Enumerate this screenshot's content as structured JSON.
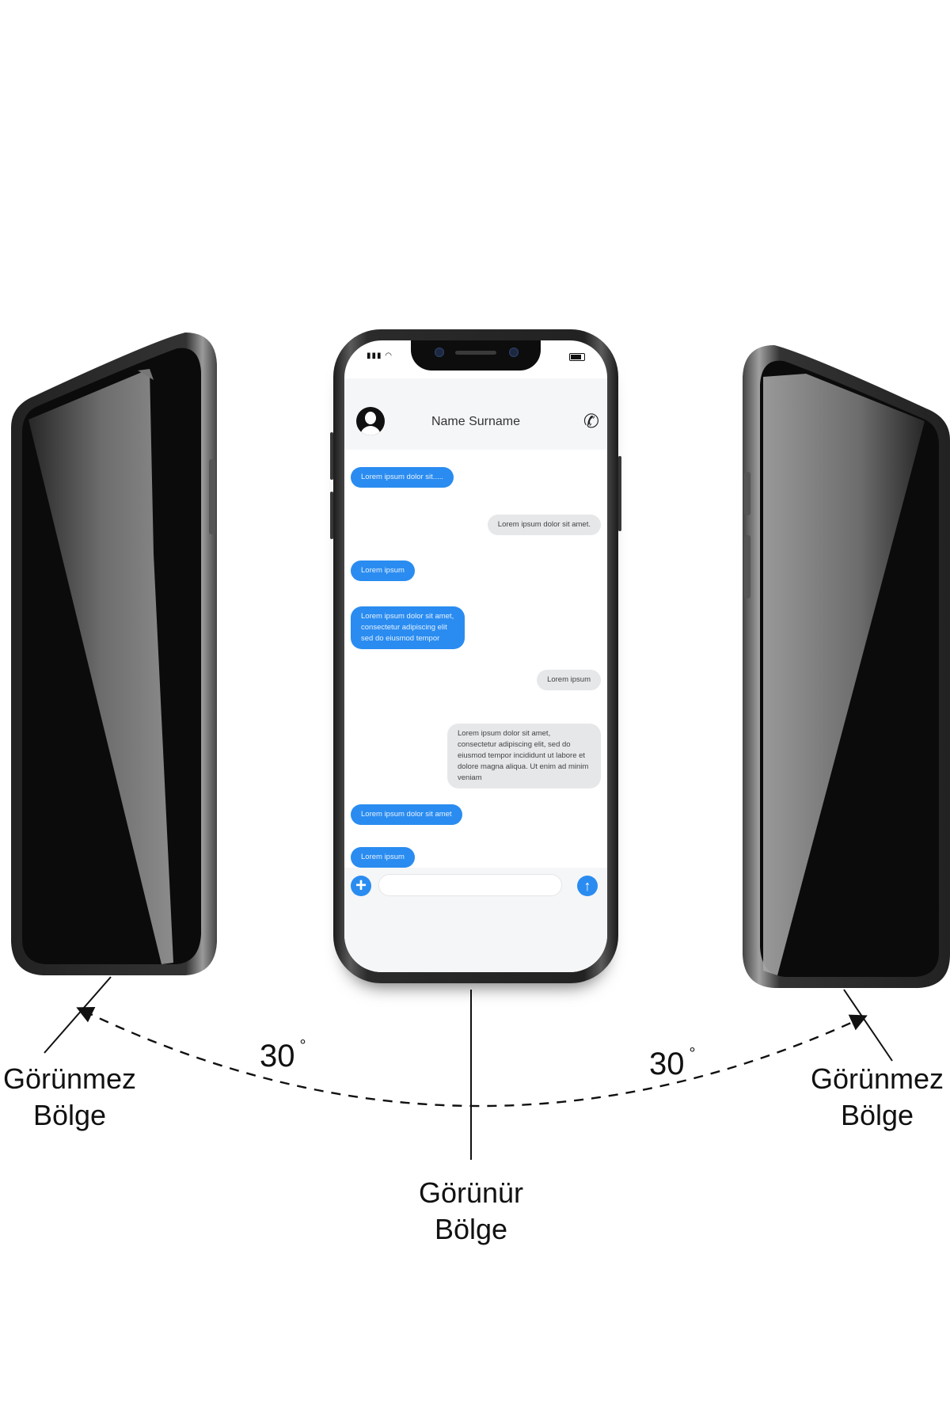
{
  "chat": {
    "contact_name": "Name Surname",
    "messages": [
      {
        "side": "out",
        "text": "Lorem ipsum dolor sit....."
      },
      {
        "side": "in",
        "text": "Lorem ipsum dolor sit amet."
      },
      {
        "side": "out",
        "text": "Lorem ipsum"
      },
      {
        "side": "out",
        "text": "Lorem ipsum dolor sit amet, consectetur adipiscing elit sed do eiusmod tempor"
      },
      {
        "side": "in",
        "text": "Lorem ipsum"
      },
      {
        "side": "in",
        "text": "Lorem ipsum dolor sit amet, consectetur adipiscing elit, sed do eiusmod tempor incididunt ut labore et dolore magna aliqua. Ut enim ad minim veniam"
      },
      {
        "side": "out",
        "text": "Lorem ipsum dolor sit amet"
      },
      {
        "side": "out",
        "text": "Lorem ipsum"
      }
    ],
    "icons": {
      "avatar": "user-avatar-icon",
      "call": "phone-call-icon",
      "add": "plus-icon",
      "send": "arrow-up-icon"
    },
    "accent_color": "#2a8cf0"
  },
  "labels": {
    "left_zone": {
      "line1": "Görünmez",
      "line2": "Bölge"
    },
    "right_zone": {
      "line1": "Görünmez",
      "line2": "Bölge"
    },
    "center_zone": {
      "line1": "Görünür",
      "line2": "Bölge"
    },
    "left_angle": "30",
    "right_angle": "30",
    "degree_symbol": "°"
  }
}
